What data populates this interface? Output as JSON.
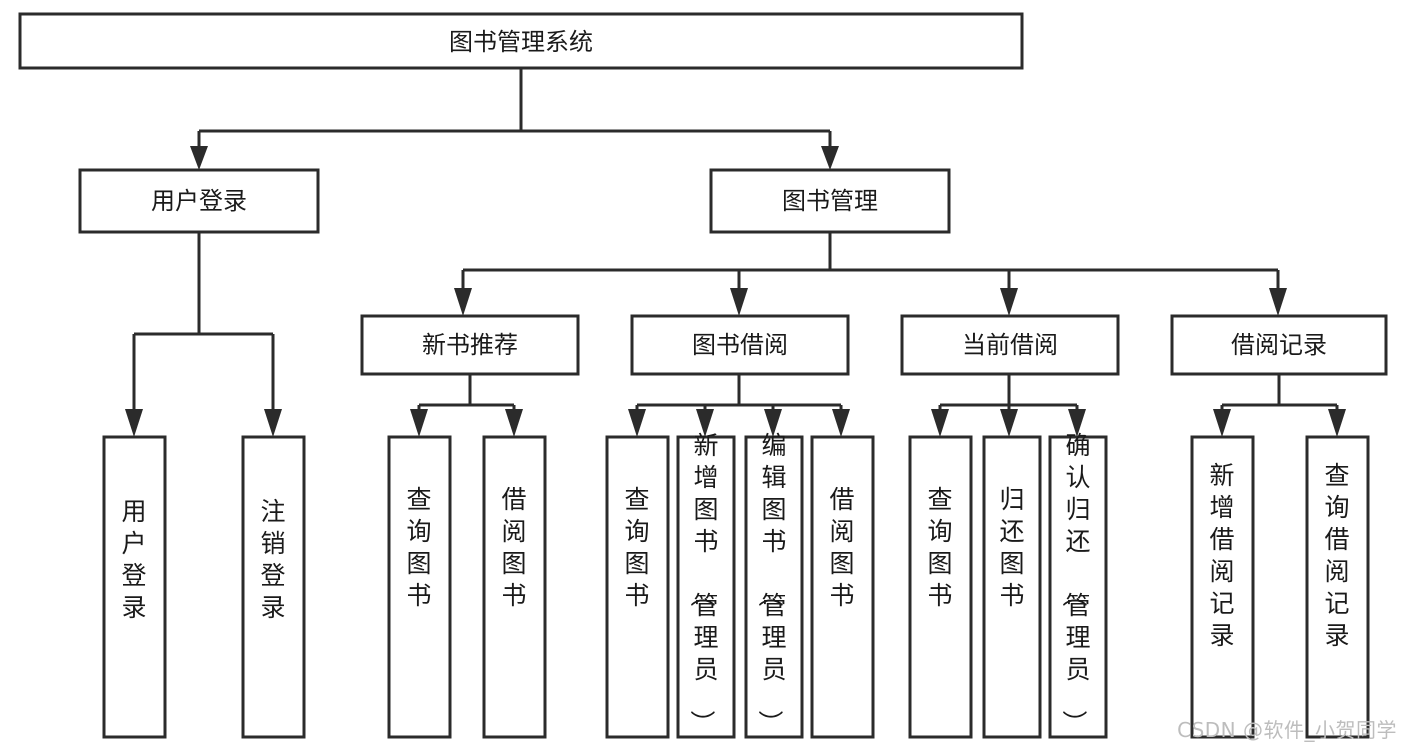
{
  "diagram": {
    "type": "tree-hierarchy",
    "title": "图书管理系统",
    "watermark": "CSDN @软件_小贺同学",
    "colors": {
      "stroke": "#2b2b2b",
      "box_fill": "#ffffff",
      "text": "#1a1a1a",
      "background": "#ffffff",
      "watermark": "#bdbdbd"
    },
    "levels": {
      "root": {
        "label": "图书管理系统"
      },
      "level2": [
        {
          "label": "用户登录"
        },
        {
          "label": "图书管理"
        }
      ],
      "level3": [
        {
          "label": "新书推荐"
        },
        {
          "label": "图书借阅"
        },
        {
          "label": "当前借阅"
        },
        {
          "label": "借阅记录"
        }
      ],
      "leaves": {
        "user_login": [
          {
            "label": "用户登录"
          },
          {
            "label": "注销登录"
          }
        ],
        "new_book_recommend": [
          {
            "label": "查询图书"
          },
          {
            "label": "借阅图书"
          }
        ],
        "book_borrow": [
          {
            "label": "查询图书"
          },
          {
            "label": "新增图书（管理员）"
          },
          {
            "label": "编辑图书（管理员）"
          },
          {
            "label": "借阅图书"
          }
        ],
        "current_borrow": [
          {
            "label": "查询图书"
          },
          {
            "label": "归还图书"
          },
          {
            "label": "确认归还（管理员）"
          }
        ],
        "borrow_record": [
          {
            "label": "新增借阅记录"
          },
          {
            "label": "查询借阅记录"
          }
        ]
      }
    }
  }
}
